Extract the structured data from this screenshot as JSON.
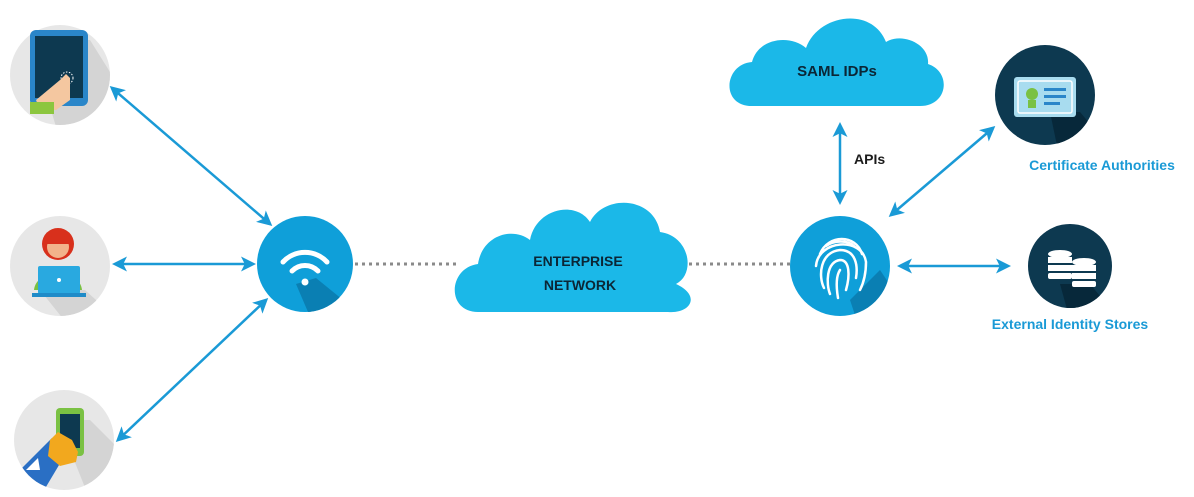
{
  "labels": {
    "saml": "SAML IDPs",
    "apis": "APIs",
    "cert": "Certificate Authorities",
    "enterprise_line1": "ENTERPRISE",
    "enterprise_line2": "NETWORK",
    "identity_stores": "External Identity Stores"
  },
  "icons": {
    "tablet_user": "tablet-touch-icon",
    "laptop_user": "laptop-user-icon",
    "phone_user": "smartphone-hand-icon",
    "wifi": "wifi-icon",
    "fingerprint": "fingerprint-icon",
    "certificate": "certificate-icon",
    "database": "database-icon"
  },
  "colors": {
    "cloud": "#1bb8e8",
    "arrow": "#1a9ad6",
    "hub": "#0f9fd9",
    "dark_circle": "#0d3950",
    "device_circle": "#e7e7e7",
    "link_text": "#1a9ad6",
    "dotted": "#8a8a8a"
  }
}
